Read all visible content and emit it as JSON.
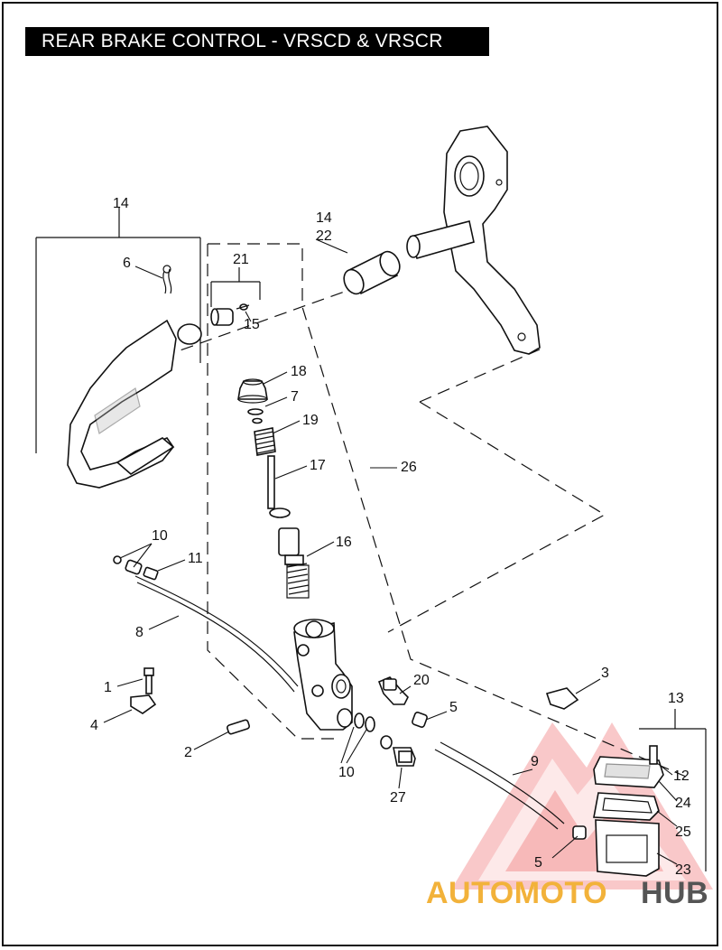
{
  "title": "REAR BRAKE CONTROL - VRSCD & VRSCR",
  "callouts": {
    "c1": "1",
    "c2": "2",
    "c3": "3",
    "c4": "4",
    "c5a": "5",
    "c5b": "5",
    "c6": "6",
    "c7": "7",
    "c8": "8",
    "c9": "9",
    "c10a": "10",
    "c10b": "10",
    "c11": "11",
    "c12": "12",
    "c13": "13",
    "c14a": "14",
    "c14b": "14",
    "c15": "15",
    "c16": "16",
    "c17": "17",
    "c18": "18",
    "c19": "19",
    "c20": "20",
    "c21": "21",
    "c22": "22",
    "c23": "23",
    "c24": "24",
    "c25": "25",
    "c26": "26",
    "c27": "27"
  },
  "watermark": {
    "part1": "AUTOMOTO",
    "part2": "HUB",
    "color_primary": "#f2b23a",
    "color_secondary": "#555555",
    "logo_color": "#e8383a"
  },
  "colors": {
    "ink": "#111111",
    "title_bg": "#000000",
    "title_fg": "#ffffff"
  }
}
